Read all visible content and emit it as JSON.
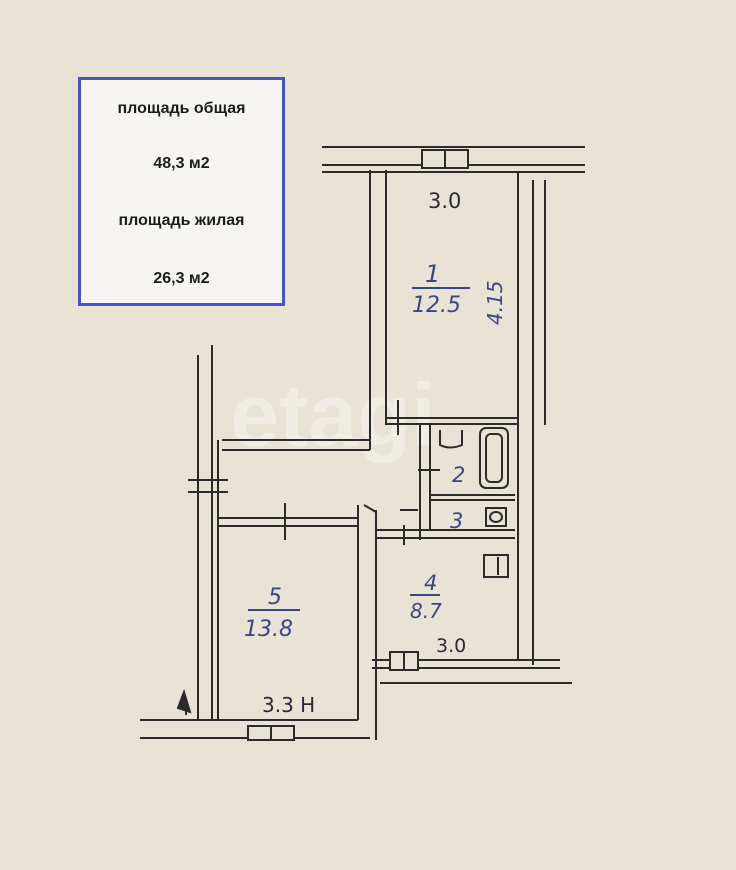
{
  "summary": {
    "total_label": "площадь общая",
    "total_value": "48,3 м2",
    "living_label": "площадь жилая",
    "living_value": "26,3 м2"
  },
  "rooms": [
    {
      "id": "room-1",
      "number": "1",
      "area": "12.5"
    },
    {
      "id": "room-2",
      "number": "2"
    },
    {
      "id": "room-3",
      "number": "3"
    },
    {
      "id": "room-4",
      "number": "4",
      "area": "8.7"
    },
    {
      "id": "room-5",
      "number": "5",
      "area": "13.8"
    }
  ],
  "dimensions": {
    "room1_width": "3.0",
    "room1_length": "4.15",
    "room4_width": "3.0",
    "room5_width": "3.3 Н"
  },
  "watermark": "etagi",
  "colors": {
    "paper": "#e9e3d6",
    "wall_line": "#2b2b2b",
    "handwriting": "#3a4588",
    "box_border": "#4a52c9"
  }
}
